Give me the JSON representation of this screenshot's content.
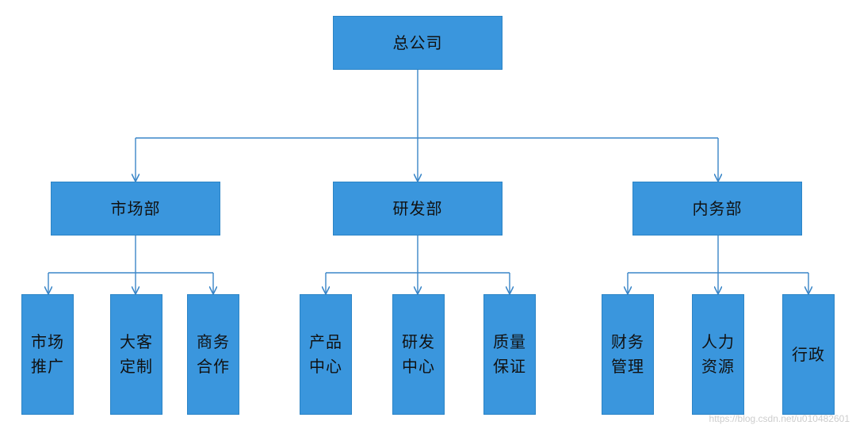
{
  "diagram": {
    "root": {
      "label": "总公司"
    },
    "departments": [
      {
        "label": "市场部",
        "children": [
          "市场推广",
          "大客定制",
          "商务合作"
        ]
      },
      {
        "label": "研发部",
        "children": [
          "产品中心",
          "研发中心",
          "质量保证"
        ]
      },
      {
        "label": "内务部",
        "children": [
          "财务管理",
          "人力资源",
          "行政"
        ]
      }
    ]
  },
  "colors": {
    "box_fill": "#3a96dd",
    "box_border": "#2b84c6",
    "connector": "#3a86c8"
  },
  "watermark": "https://blog.csdn.net/u010482601"
}
